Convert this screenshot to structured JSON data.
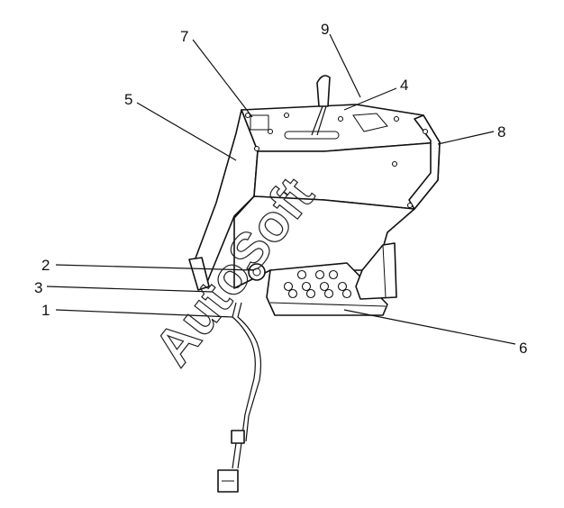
{
  "callouts": [
    {
      "id": "1",
      "label": "1"
    },
    {
      "id": "2",
      "label": "2"
    },
    {
      "id": "3",
      "label": "3"
    },
    {
      "id": "4",
      "label": "4"
    },
    {
      "id": "5",
      "label": "5"
    },
    {
      "id": "6",
      "label": "6"
    },
    {
      "id": "7",
      "label": "7"
    },
    {
      "id": "8",
      "label": "8"
    },
    {
      "id": "9",
      "label": "9"
    }
  ],
  "watermark": "AutoSoft"
}
